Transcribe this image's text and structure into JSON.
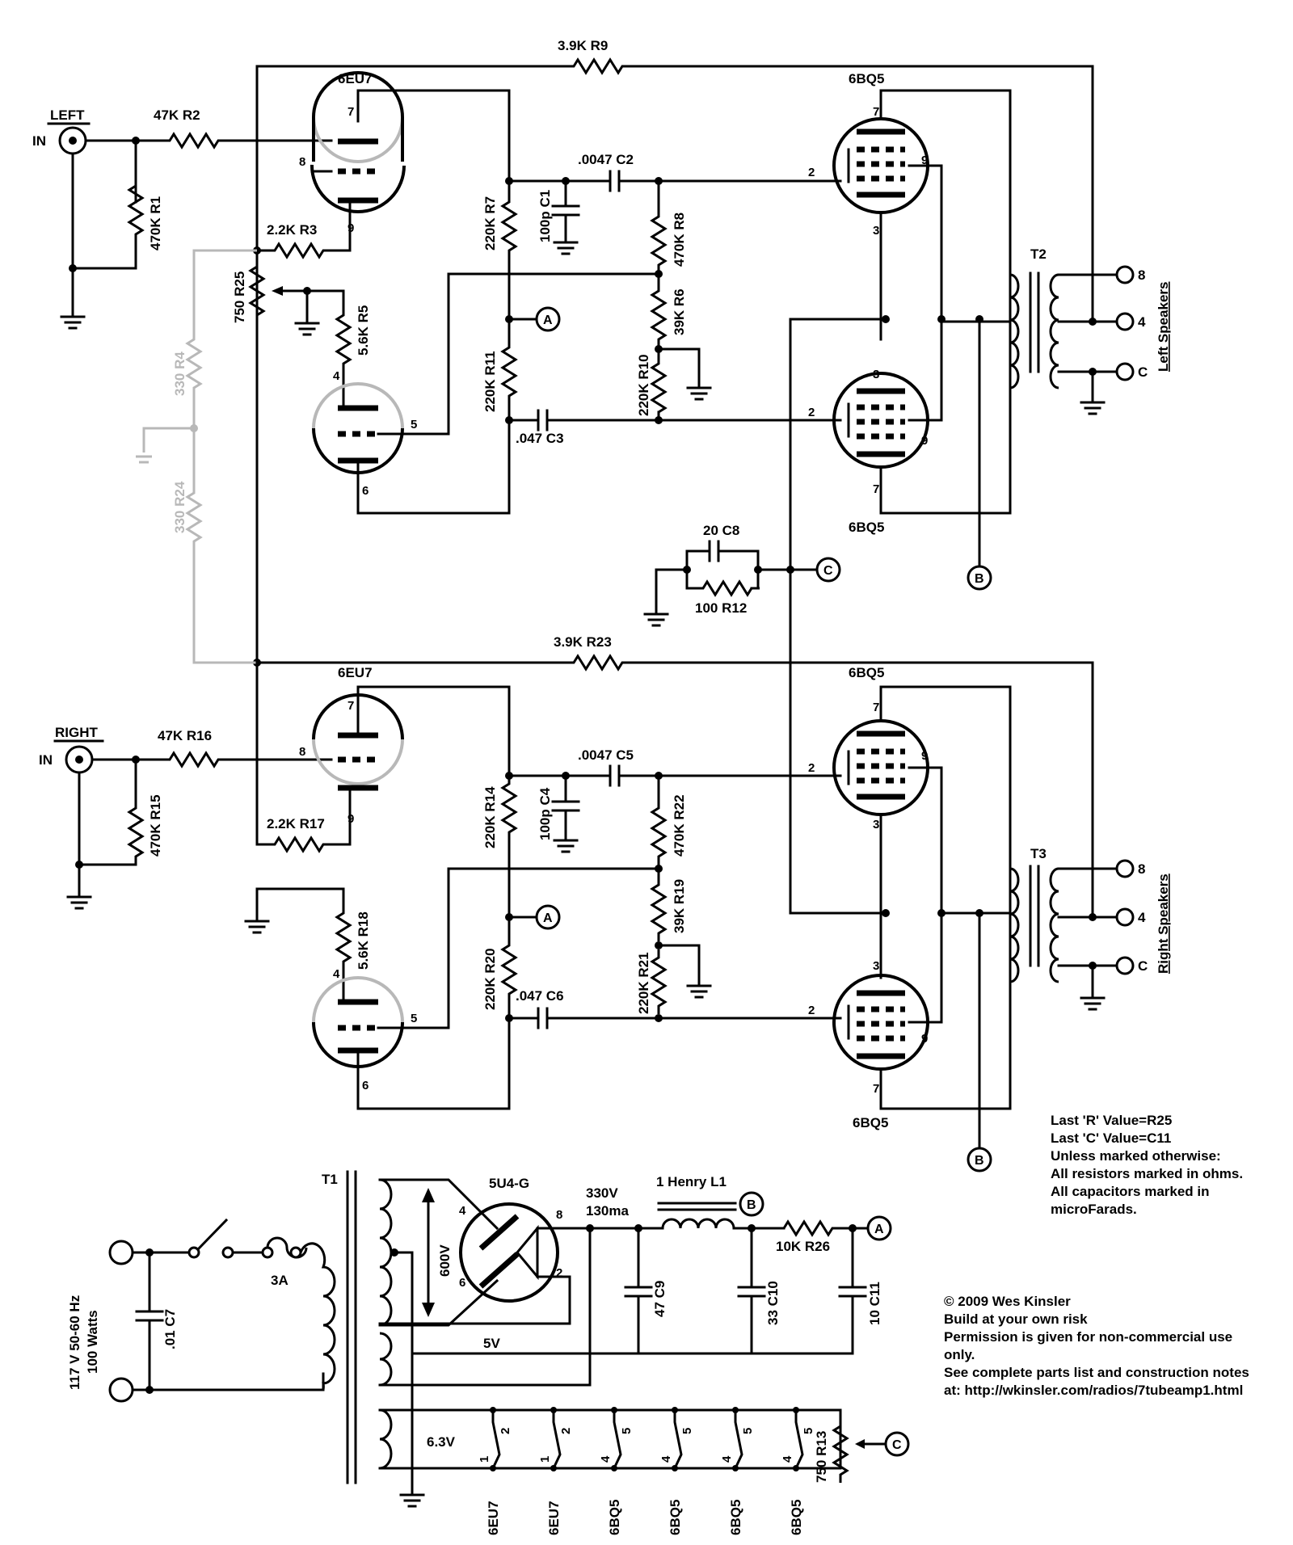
{
  "inputs": {
    "left_label": "LEFT",
    "right_label": "RIGHT",
    "in_label": "IN"
  },
  "tubes": {
    "v1": "6EU7",
    "v2": "6BQ5",
    "v3": "6BQ5",
    "v4": "6EU7",
    "v5": "6BQ5",
    "v6": "6BQ5",
    "rect": "5U4-G"
  },
  "components": {
    "R1": "470K R1",
    "R2": "47K R2",
    "R3": "2.2K R3",
    "R4": "330 R4",
    "R5": "5.6K R5",
    "R6": "39K R6",
    "R7": "220K R7",
    "R8": "470K R8",
    "R9": "3.9K R9",
    "R10": "220K R10",
    "R11": "220K R11",
    "R12": "100 R12",
    "R13": "750 R13",
    "R14": "220K R14",
    "R15": "470K R15",
    "R16": "47K R16",
    "R17": "2.2K R17",
    "R18": "5.6K R18",
    "R19": "39K R19",
    "R20": "220K R20",
    "R21": "220K R21",
    "R22": "470K R22",
    "R23": "3.9K R23",
    "R24": "330 R24",
    "R25": "750 R25",
    "R26": "10K R26",
    "C1": "100p C1",
    "C2": ".0047 C2",
    "C3": ".047 C3",
    "C4": "100p C4",
    "C5": ".0047 C5",
    "C6": ".047 C6",
    "C7": ".01 C7",
    "C8": "20 C8",
    "C9": "47 C9",
    "C10": "33 C10",
    "C11": "10 C11",
    "L1": "1 Henry L1",
    "T1": "T1",
    "T2": "T2",
    "T3": "T3"
  },
  "speakers": {
    "left": "Left Speakers",
    "right": "Right Speakers",
    "tap8": "8",
    "tap4": "4",
    "tapC": "C"
  },
  "nodes": {
    "A": "A",
    "B": "B",
    "C": "C"
  },
  "power": {
    "mains": "117 V 50-60 Hz",
    "watts": "100 Watts",
    "fuse": "3A",
    "hv": "600V",
    "v5": "5V",
    "heater": "6.3V",
    "b_plus_volts": "330V",
    "b_plus_current": "130ma"
  },
  "heater_tubes": [
    "6EU7",
    "6EU7",
    "6BQ5",
    "6BQ5",
    "6BQ5",
    "6BQ5"
  ],
  "notes": {
    "last_r": "Last 'R' Value=R25",
    "last_c": "Last 'C' Value=C11",
    "unless": "Unless marked otherwise:",
    "ohms": "All resistors marked in ohms.",
    "caps": "All capacitors marked in",
    "micro": "microFarads."
  },
  "credits": {
    "copyright": "© 2009 Wes Kinsler",
    "risk": "Build at your own risk",
    "perm1": "Permission is given for non-commercial use",
    "perm2": "only.",
    "see": "See complete parts list and construction notes",
    "url": "at: http://wkinsler.com/radios/7tubeamp1.html"
  }
}
